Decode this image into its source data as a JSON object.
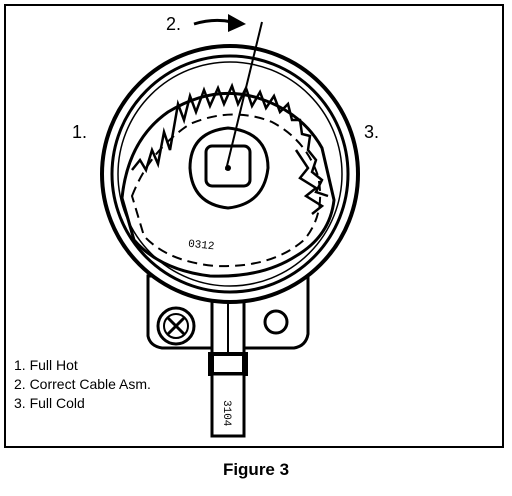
{
  "callouts": {
    "one": "1.",
    "two": "2.",
    "three": "3."
  },
  "part_marks": {
    "housing_mark": "0312",
    "cable_mark": "3104"
  },
  "legend": [
    "1.  Full Hot",
    "2.  Correct Cable Asm.",
    "3.  Full Cold"
  ],
  "caption": "Figure 3"
}
